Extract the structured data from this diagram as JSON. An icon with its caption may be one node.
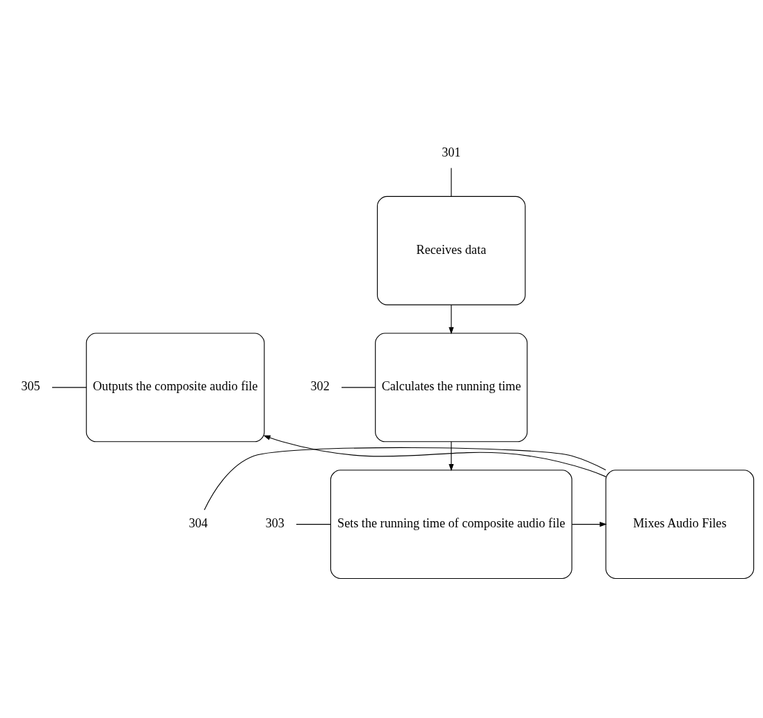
{
  "diagram": {
    "nodes": [
      {
        "text": [
          "Receives data"
        ]
      },
      {
        "text": [
          "Calculates the running time"
        ]
      },
      {
        "text": [
          "Sets the running time of composite audio file"
        ]
      },
      {
        "text": [
          "Mixes Audio Files"
        ]
      },
      {
        "text": [
          "Outputs the composite audio file"
        ]
      },
      {
        "text": [
          "301"
        ]
      },
      {
        "text": [
          "302"
        ]
      },
      {
        "text": [
          "303"
        ]
      },
      {
        "text": [
          "304"
        ]
      },
      {
        "text": [
          "305"
        ]
      }
    ],
    "edges": [
      {
        "from": 0,
        "to": 1,
        "arrow": "to"
      },
      {
        "from": 1,
        "to": 2,
        "arrow": "to"
      },
      {
        "from": 2,
        "to": 3,
        "arrow": "to"
      },
      {
        "from": 3,
        "to": 4,
        "arrow": "to"
      },
      {
        "from": 5,
        "to": 0,
        "arrow": "none"
      },
      {
        "from": 6,
        "to": 1,
        "arrow": "none"
      },
      {
        "from": 7,
        "to": 2,
        "arrow": "none"
      },
      {
        "from": 8,
        "to": 3,
        "arrow": "none"
      },
      {
        "from": 9,
        "to": 4,
        "arrow": "none"
      }
    ]
  }
}
